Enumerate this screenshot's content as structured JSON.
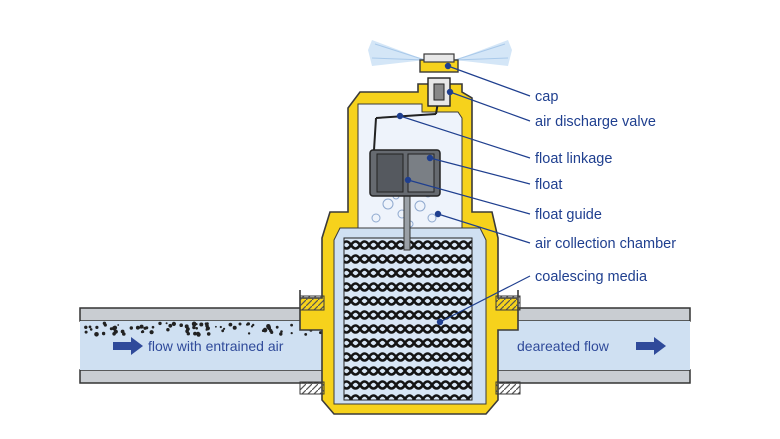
{
  "labels": {
    "cap": "cap",
    "air_discharge_valve": "air discharge valve",
    "float_linkage": "float linkage",
    "float": "float",
    "float_guide": "float guide",
    "air_collection_chamber": "air collection chamber",
    "coalescing_media": "coalescing media"
  },
  "flow": {
    "inlet": "flow with entrained air",
    "outlet": "deareated flow"
  },
  "colors": {
    "housing_yellow": "#f6d21c",
    "housing_outline": "#3a3a3a",
    "water_blue": "#cfe0f2",
    "pipe_grey": "#c9cdd2",
    "label_blue": "#1f3f8f",
    "arrow_blue": "#2f4a9a",
    "float_grey": "#666a70"
  }
}
